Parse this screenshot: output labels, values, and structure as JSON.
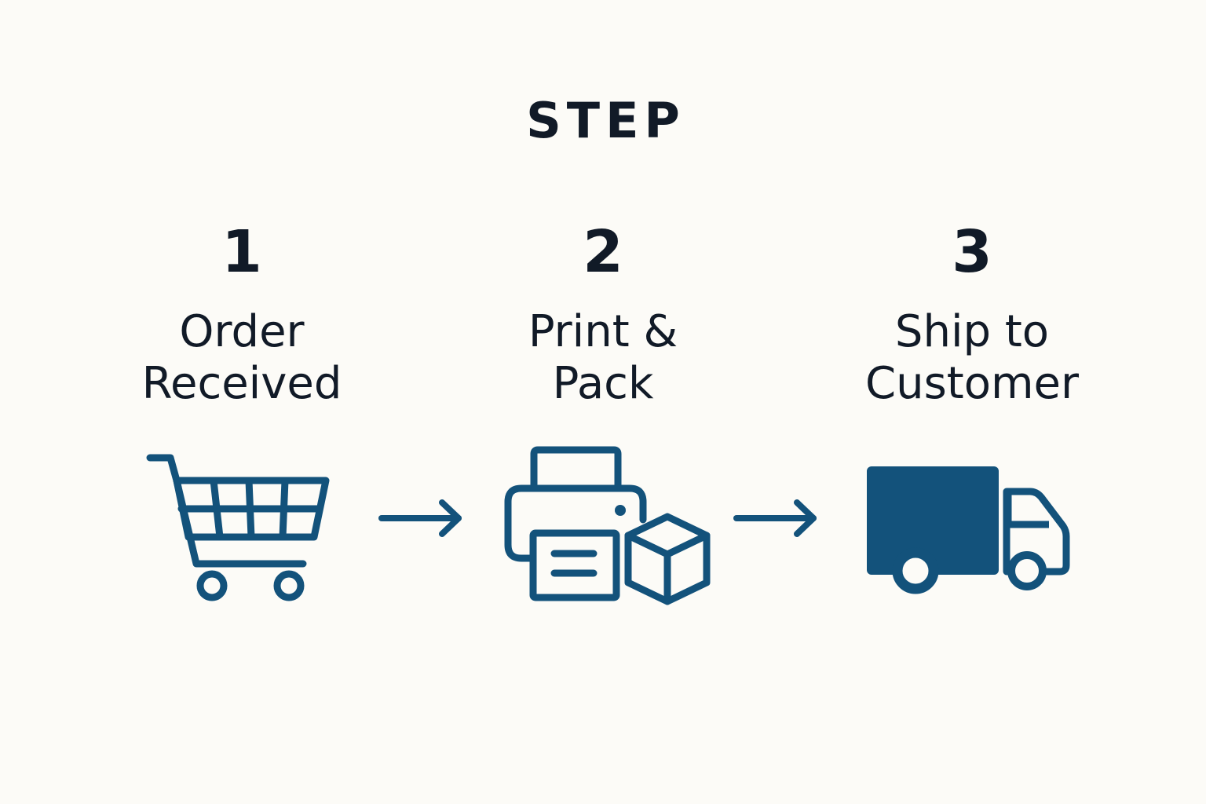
{
  "diagram": {
    "title": "STEP",
    "accent_color": "#13527B",
    "steps": [
      {
        "number": "1",
        "label_line1": "Order",
        "label_line2": "Received",
        "icon": "shopping-cart-icon"
      },
      {
        "number": "2",
        "label_line1": "Print &",
        "label_line2": "Pack",
        "icon": "printer-and-box-icon"
      },
      {
        "number": "3",
        "label_line1": "Ship to",
        "label_line2": "Customer",
        "icon": "delivery-truck-icon"
      }
    ],
    "connectors": [
      "arrow-right-icon",
      "arrow-right-icon"
    ]
  }
}
